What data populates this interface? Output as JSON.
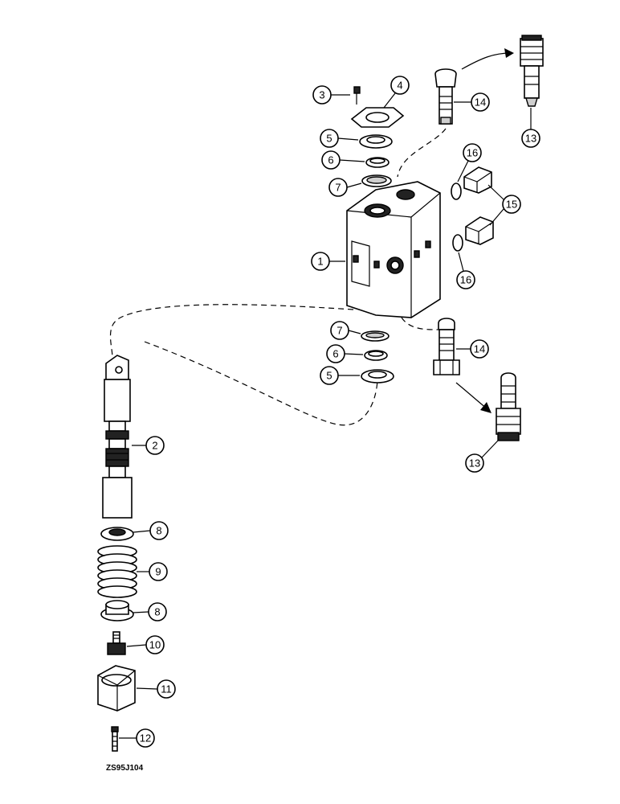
{
  "drawing_code": "ZS95J104",
  "callouts": {
    "c1": "1",
    "c2": "2",
    "c3": "3",
    "c4": "4",
    "c5a": "5",
    "c5b": "5",
    "c6a": "6",
    "c6b": "6",
    "c7a": "7",
    "c7b": "7",
    "c8a": "8",
    "c8b": "8",
    "c9": "9",
    "c10": "10",
    "c11": "11",
    "c12": "12",
    "c13a": "13",
    "c13b": "13",
    "c14a": "14",
    "c14b": "14",
    "c15": "15",
    "c16a": "16",
    "c16b": "16"
  }
}
